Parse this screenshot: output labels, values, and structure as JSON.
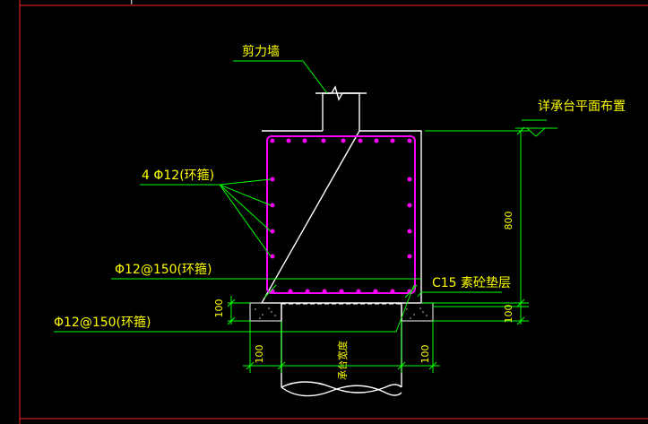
{
  "labels": {
    "shear_wall": "剪力墙",
    "see_pile_cap_plan": "详承台平面布置",
    "rebar_4phi12": "4 Φ12(环箍)",
    "stirrup_top": "Φ12@150(环箍)",
    "stirrup_bottom": "Φ12@150(环箍)",
    "concrete_cushion": "C15 素砼垫层",
    "pile_cap_width": "承台宽度"
  },
  "dimensions": {
    "height": "800",
    "cushion_left": "100",
    "cushion_right": "100",
    "offset_left": "100",
    "offset_right": "100"
  },
  "colors": {
    "background": "#000000",
    "text": "#ffff00",
    "dimension": "#00ff00",
    "outline": "#ffffff",
    "rebar": "#ff00ff",
    "frame": "#ff2020"
  }
}
